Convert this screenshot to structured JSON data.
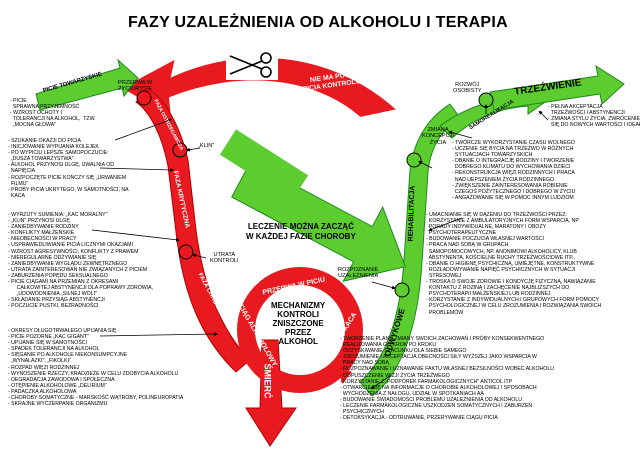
{
  "title": "FAZY UZALEŻNIENIA OD ALKOHOLU I TERAPIA",
  "colors": {
    "red": "#e8191f",
    "green": "#5ccc2e",
    "dark_green": "#1f8a1f",
    "black": "#000000"
  },
  "arrows": {
    "picie_towarzyskie": "PICIE TOWARZYSKIE",
    "faza_ostrzegawcza": "FAZA OSTRZEGAWCZA",
    "faza_krytyczna": "FAZA KRYTYCZNA",
    "faza_chroniczna": "FAZA CHRONICZNA",
    "ciag_alkoholowy": "CIĄG ALKOHOLOWY",
    "smierc": "ŚMIERĆ",
    "leczenie_kaca": "LECZENIE KACA",
    "przerwa_w_piciu": "PRZERWA W PICIU",
    "odwykowe": "ODWYKOWE",
    "rehabilitacja": "REHABILITACJA",
    "samorealizacja": "SAMOREALIZACJA",
    "trzezwienie": "TRZEŹWIENIE",
    "nie_ma_powrotu": "NIE MA POWROTU DO\nPICIA KONTROLOWANEGO",
    "leczenie_mozna": "LECZENIE MOŻNA ZACZĄĆ\nW KAŻDEJ FAZIE CHOROBY",
    "mechanizmy": "MECHANIZMY\nKONTROLI\nZNISZCZONE\nPRZEZ\nALKOHOL"
  },
  "labels": {
    "przerwa_zyciorysie": "PRZERWA W\nŻYCIORYSIE",
    "klin": "„KLIN\"",
    "utrata_kontroli": "UTRATA\nKONTROLI",
    "rozpoznanie": "ROZPOZNANIE\nUZALEŻNIENIA",
    "zmiana_koncepcji": "ZMIANA\nKONCEPCJI\nŻYCIA",
    "rozwoj_osobisty": "ROZWÓJ\nOSOBISTY"
  },
  "text_blocks": {
    "picie_towarzyskie": "- PICIE\n  SPRAWNA PRZYJEMNOŚĆ\n- WZROST OCHOTY I\n  TOLERANCJI NA ALKOHOL,  TZW.\n  „MOCNA GŁOWA\"",
    "ostrzegawcza": "- SZUKANIE OKAZJI DO PICIA\n- INICJOWANIE WYPIJANIA KOLEJEK\n- PO WYPICIU LEPSZE SAMOPOCZUCIE:\n  „DUSZA TOWARZYSTWA\"\n- ALKOHOL PRZYNOSI ULGĘ, UWALNIA OD\n  NAPIĘCIA\n- ROZPOCZĘTE PICIE KOŃCZY SIĘ „URWANIEM\n  FILMU\"\n- PROBY PICIA UKRYTEGO, W SAMOTNOŚCI, NA\n  KACA",
    "krytyczna": "- WYRZUTY SUMIENIA: „KAC MORALNY\"\n- „KLIN\" PRZYNOSI ULGĘ\n- ZANIEDBYWANIE RODZINY\n- KONFLIKTY MAŁŻEŃSKIE\n- NIEOBECNOŚCI W PRACY\n- USPRAWIEDLIWIANIE PICIA LICZNYMI OKAZJAMI\n- WZROST AGRESYWNOŚCI, KONFLIKTY Z PRAWEM\n- NIEREGULARNE ODŻYWIANIE SIĘ\n- ZANIEDBYWANIE WYGLĄDU ZEWNĘTRZNEGO\n- UTRATA ZAINTERESOWAŃ NIE ZWIĄZANYCH Z PICIEM\n- ZABURZENIA POPĘDU SEKSUALNEGO\n- PICIE CIĄGAMI NA PRZEMIAN Z OKRESAMI\n      CAŁKOWITEJ ABSTYNENCJI DLA POPRAWY ZDROWIA,\n      „UDOWODNIENIA „SILNEJ WOLI\"\n- SKŁADANIE PRZYSIĄG ABSTYNENCJI\n- POCZUCIE PUSTKI, BEZRADNOŚCI",
    "chroniczna": "- OKRESY DŁUGOTRWAŁEGO UPIJANIA SIĘ\n- PICIE POZORNE „KAC GIGANT\"\n- UPIJANIE SIĘ W SAMOTNOŚCI\n- SPADEK TOLERANCJI NA ALKOHOL\n- SIĘGANIE PO ALKOHOLE NIEKONSUMPCYJNE\n  „WYNALAZKI\", „FIKOLKI\"\n- ROZPAD WIĘZI RODZINNEJ\n- WYNOSZENIE RZECZY, KRADZIEŻE W CELU ZDOBYCIA ALKOHOLU\n- DEGRADACJA ZAWODOWA I SPOŁECZNA\n- OTĘPIENIE ALKOHOLOWE „DELIRIUM\"\n- PADACZKA ALKOHOLOWA\n- CHOROBY SOMATYCZNE - MARSKOŚĆ WĄTROBY, POLINEUROPATIA\n- SKRAJNE WYCZERPANIE ORGANIZMU",
    "trzezwienie": "- PEŁNA AKCEPTACJA\n  TRZEŹWOŚCI I ABSTYNENCJI\n- ZMIANA STYLU ŻYCIA, ZWRÓCENIE\n  SIĘ DO NOWYCH WARTOŚCI I IDEAŁÓW",
    "samorealizacja": "- TWÓRCZE WYKORZYSTANIE CZASU WOLNEGO\n- UCZENIE SIĘ BYCIA NA TRZEŹWO W RÓŻNYCH\n  SYTUACJACH TOWARZYSKICH\n- DBANIE O INTEGRACJĘ RODZINY I TWORZENIE\n  DOBREGO KLIMATU DO WYCHOWANIA DZIECI\n- REKONSTRUKCJA WIĘZI RODZINNYCH I PRACA\n  NAD UEPSZENIEM ŻYCIA RODZINNEGO\n- ZWIĘKSZENIE ZAINTERESOWANIA ROBIENIE\n  CZEGOŚ POŻYTECZNEGO I DOBREGO W ŻYCIU\n- ANGAŻOWANIE SIĘ W POMOC INNYM LUDZIOM",
    "rehabilitacja": "- UMACNIANIE SIĘ W DĄŻENIU DO TRZEŹWOŚCI PRZEZ:\n  KORZYSTANIE Z AMBULATORYJNYCH FORM WSPARCIA, NP\n  PORADY INDYWIDUALNE, MARATONY I OBOZY\n  PSYCHOTERAPEUTYCZNE\n- BUDOWANIE POCZUCIA WŁASNEJ WARTOŚCI\n- PRACA NAD SOBĄ W GRUPACH\n  SAMOPOMOCOWYCH, NP. ANONIMOWI ALKOHOLICY, KLUB\n  ABSTYNENTA, KOŚCIELNE RUCHY TRZEŹWOŚCIOWE ITP.\n- DBANIE O HIGIENĘ PSYCHICZNĄ, UMIEJĘTNE, KONSTRUKTYWNE\n  ROZŁADOWYWANIE NAPIĘĆ PSYCHICZNYCH W SYTUACJI\n  STRESOWEJ\n- TROSKA O SWOJE ZDROWIE I KONDYCJĘ FIZYCZNĄ, NAWIĄZANIE\n  KONTAKTU Z ROZINĄ I ZACHĘCENIE NAJBLIŻSZYCH DO\n  PSYCHOTERAPII MAŁŻEŃSKIEJ LUB RODZINNEJ\n- KORZYSTANIE Z INDYWIDUALNYCH I GRUPOWYCH FORM POMOCY\n  PSYCHOLOGICZNEJ W CELU ZROZUMIENIA I ROZWIĄZANIA SWOICH\n  PROBLEMÓW",
    "odwykowe": "- TWORZENIE PLANU ZMIANY SWOICH ZACHOWAŃ I PRÓBY KONSEKWENTNEGO\n  REALIZOWANIA GO KROK PO KROKU\n- ODZYSKIWANIE SZACUNKU DLA SIEBIE SAMEGO\n- ZROZUMIENIE I AKCEPTACJA OBECNOŚCI SIŁY WYŻSZEJ JAKO WSPARCIA W\n  PRACY NAD SOBĄ\n- ROZPOZNAWANIE I UZNAWANIE FAKTU WŁASNEJ BEZSILNOŚCI WOBEC ALKOHOLU\n- DOPUSZCZENIE WIZJI ŻYCIA TRZEŹWEGO\n- KORZYSTANIE Z „PODPÓREK FARMAKOLOGICZNYCH\" ANTICOL ITP\n- OTWARCIE SIĘ NA INFORMACJE O CHOROBIE ALKOHOLOWEJ I SPOSOBACH\n  WYCHODZENIA Z NAŁOGU, UDZIAŁ W SPOTKANIACH AA\n- BUDOWANIE ŚWIADOMOŚCI PROBLEMU UZALEŻNIENIA OD ALKOHOLU\n- LECZENIE FARMAKOLOGICZNE USZKODZEŃ SOMATYCZNYCH I ZABURZEŃ\n  PSYCHICZNYCH\n- DETOKSYKACJA - ODTRUWANIE, PRZERYWANIE CIĄGU PICIA"
  }
}
